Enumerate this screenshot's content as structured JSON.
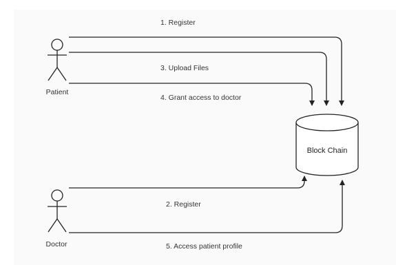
{
  "actors": {
    "patient": {
      "label": "Patient",
      "icon": "stick-figure-icon"
    },
    "doctor": {
      "label": "Doctor",
      "icon": "stick-figure-icon"
    }
  },
  "node": {
    "label": "Block Chain",
    "shape": "database-cylinder"
  },
  "edges": [
    {
      "id": "e1",
      "from": "Patient",
      "to": "Block Chain",
      "label": "1. Register"
    },
    {
      "id": "e2",
      "from": "Doctor",
      "to": "Block Chain",
      "label": "2. Register"
    },
    {
      "id": "e3",
      "from": "Patient",
      "to": "Block Chain",
      "label": "3. Upload Files"
    },
    {
      "id": "e4",
      "from": "Patient",
      "to": "Block Chain",
      "label": "4. Grant access to doctor"
    },
    {
      "id": "e5",
      "from": "Doctor",
      "to": "Block Chain",
      "label": "5. Access patient profile"
    }
  ],
  "colors": {
    "line": "#222222",
    "text": "#333333",
    "canvas": "#fafafa"
  }
}
